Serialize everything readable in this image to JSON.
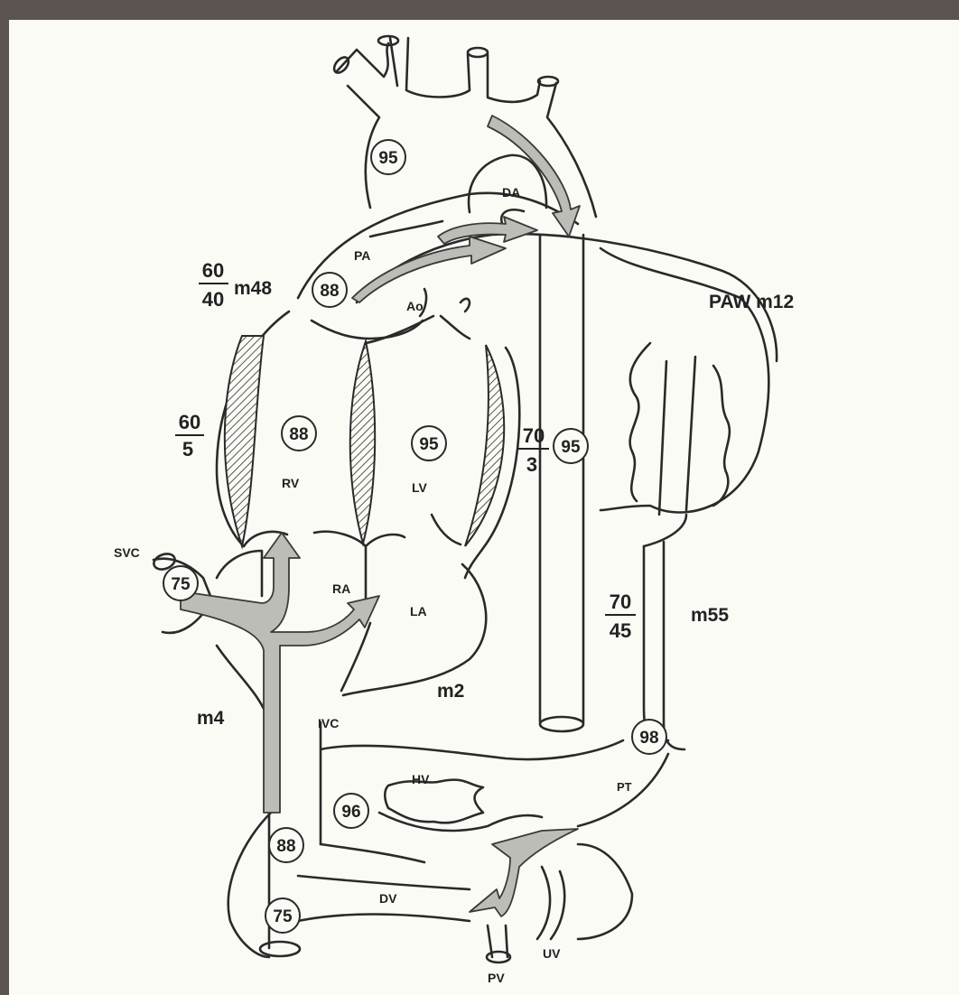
{
  "colors": {
    "frame": "#5b5350",
    "paper": "#fbfbf6",
    "ink": "#2a2a2a",
    "flow_arrow": "#bdbdb8",
    "hatch": "#555555"
  },
  "saturation_values": {
    "aortic_arch": "95",
    "pulmonary_artery": "88",
    "right_ventricle": "88",
    "left_ventricle": "95",
    "descending_aorta": "95",
    "superior_vena_cava": "75",
    "placenta_return": "98",
    "hepatic_vein": "96",
    "inferior_vena_cava": "88",
    "portal_vein": "75"
  },
  "pressures": {
    "pa_systolic": "60",
    "pa_diastolic": "40",
    "pa_mean": "m48",
    "rv_systolic": "60",
    "rv_diastolic": "5",
    "lv_systolic": "70",
    "lv_diastolic": "3",
    "aorta_systolic": "70",
    "aorta_diastolic": "45",
    "umbilical_mean": "m55",
    "paw_mean": "PAW m12",
    "la_mean": "m2",
    "ra_mean": "m4"
  },
  "labels": {
    "da": "DA",
    "pa": "PA",
    "ao": "Ao",
    "rv": "RV",
    "lv": "LV",
    "svc": "SVC",
    "ra": "RA",
    "la": "LA",
    "ivc": "IVC",
    "hv": "HV",
    "pt": "PT",
    "dv": "DV",
    "uv": "UV",
    "pv": "PV"
  }
}
